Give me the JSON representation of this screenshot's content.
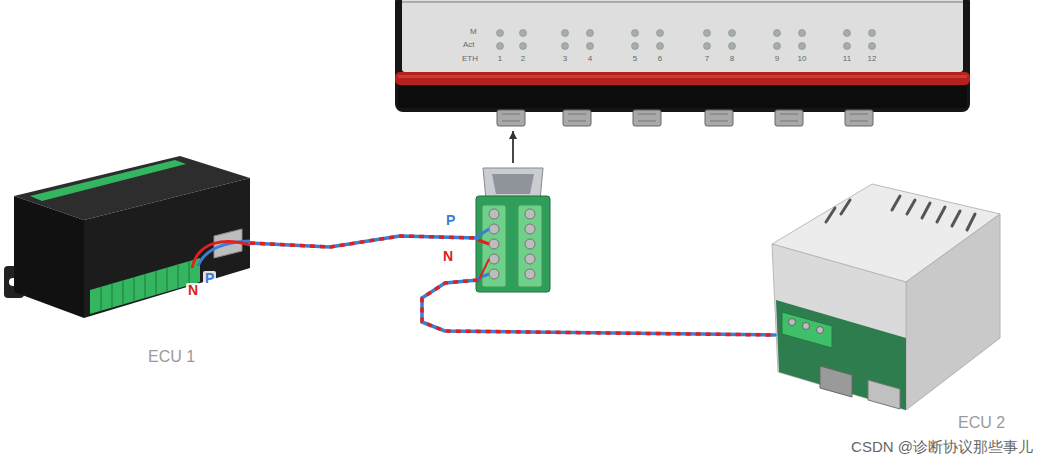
{
  "diagram": {
    "nodes": [
      {
        "text": [
          "M",
          "Act",
          "ETH",
          "1",
          "2",
          "3",
          "4",
          "5",
          "6",
          "7",
          "8",
          "9",
          "10",
          "11",
          "12"
        ]
      },
      {
        "text": [
          "N",
          "P",
          "ECU 1"
        ]
      },
      {
        "text": [
          "P",
          "N"
        ]
      },
      {
        "text": [
          "ECU 2"
        ]
      }
    ],
    "edges": [
      {
        "from": 2,
        "to": 0,
        "arrow": "to"
      },
      {
        "from": 1,
        "to": 2,
        "arrow": "none"
      },
      {
        "from": 2,
        "to": 3,
        "arrow": "none"
      }
    ],
    "labels": [
      "CSDN @诊断协议那些事儿"
    ]
  }
}
